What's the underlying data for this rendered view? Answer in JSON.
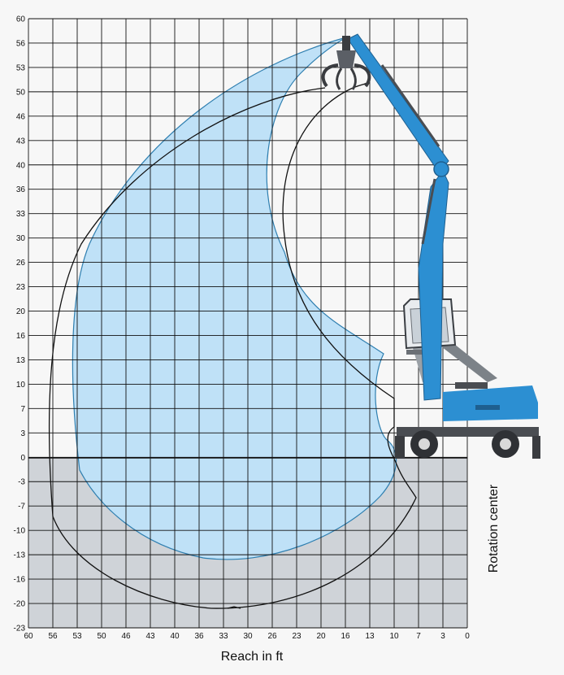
{
  "diagram": {
    "x_axis_label": "Reach in ft",
    "rotation_label": "Rotation center",
    "y_ticks": [
      "60",
      "56",
      "53",
      "50",
      "46",
      "43",
      "40",
      "36",
      "33",
      "30",
      "26",
      "23",
      "20",
      "16",
      "13",
      "10",
      "7",
      "3",
      "0",
      "-3",
      "-7",
      "-10",
      "-13",
      "-16",
      "-20",
      "-23"
    ],
    "x_ticks": [
      "60",
      "56",
      "53",
      "50",
      "46",
      "43",
      "40",
      "36",
      "33",
      "30",
      "26",
      "23",
      "20",
      "16",
      "13",
      "10",
      "7",
      "3",
      "0"
    ]
  },
  "colors": {
    "reach_fill": "#bfe1f7",
    "reach_stroke": "#2f7fb0",
    "below_ground": "#cfd3d8",
    "machine_blue": "#2c8fd2",
    "machine_dark": "#5b5f66"
  }
}
